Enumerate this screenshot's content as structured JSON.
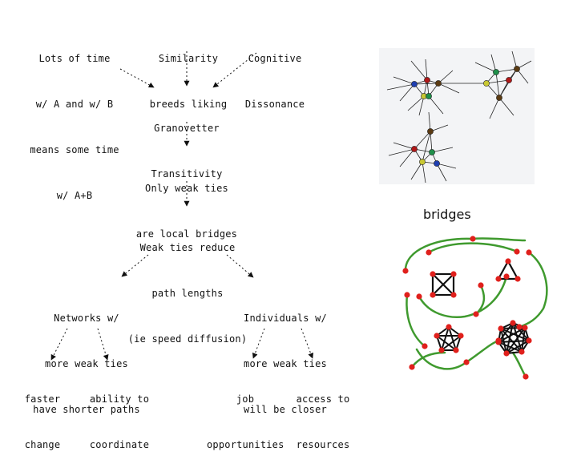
{
  "nodes": {
    "lots_of_time": [
      "Lots of time",
      "w/ A and w/ B",
      "means some time",
      "w/ A+B"
    ],
    "similarity": [
      "Similarity",
      "breeds liking"
    ],
    "cognitive": [
      "Cognitive",
      "Dissonance"
    ],
    "granovetter": [
      "Granovetter",
      "Transitivity"
    ],
    "weak_local": [
      "Only weak ties",
      "are local bridges"
    ],
    "weak_reduce": [
      "Weak ties reduce",
      "path lengths",
      "(ie speed diffusion)"
    ],
    "networks": [
      "Networks w/",
      "more weak ties",
      "have shorter paths"
    ],
    "individuals": [
      "Individuals w/",
      "more weak ties",
      "will be closer"
    ],
    "faster": [
      "faster",
      "change"
    ],
    "ability": [
      "ability to",
      "coordinate"
    ],
    "job": [
      "job",
      "opportunities"
    ],
    "access": [
      "access to",
      "resources"
    ]
  },
  "bridges_label": "bridges",
  "colors": {
    "ink": "#111111",
    "bridge_green": "#3f9a2e",
    "node_red": "#e0201c",
    "panel_bg": "#f3f4f6",
    "net_node_green": "#1f8f4a",
    "net_node_blue": "#1f3fb0",
    "net_node_brown": "#5a3a12",
    "net_node_yellow": "#c9c832",
    "net_node_red": "#b01818"
  }
}
